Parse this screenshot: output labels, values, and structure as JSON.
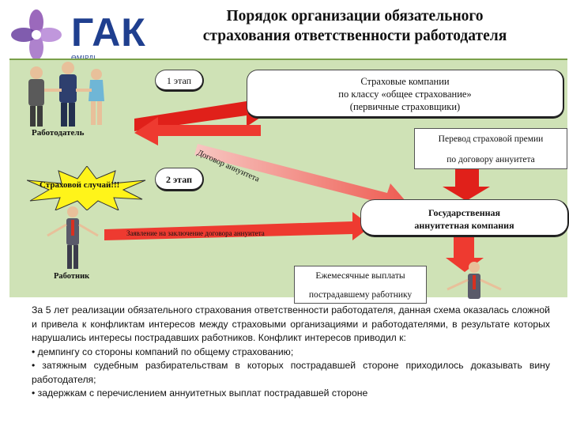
{
  "header": {
    "logo_text": "ГАК",
    "logo_subtitle": "ӨМІРДІ САҚТАНДЫРУ",
    "title_line1": "Порядок организации обязательного",
    "title_line2": "страхования ответственности работодателя"
  },
  "diagram": {
    "stage1": "1 этап",
    "insurers_line1": "Страховые компании",
    "insurers_line2": "по классу «общее страхование»",
    "insurers_line3": "(первичные страховщики)",
    "employer": "Работодатель",
    "premium_line1": "Перевод страховой премии",
    "premium_line2": "по договору аннуитета",
    "contract": "Договор аннуитета",
    "accident": "Страховой случай!!!",
    "stage2": "2 этап",
    "application": "Заявление на заключение договора аннуитета",
    "state_company_line1": "Государственная",
    "state_company_line2": "аннуитетная компания",
    "worker": "Работник",
    "monthly_line1": "Ежемесячные выплаты",
    "monthly_line2": "пострадавшему работнику"
  },
  "text": {
    "intro": "За 5 лет реализации обязательного страхования ответственности работодателя, данная схема оказалась сложной и привела к конфликтам интересов между страховыми организациями и работодателями, в результате которых нарушались интересы пострадавших работников. Конфликт интересов приводил к:",
    "bullet1": "• демпингу со стороны компаний по общему страхованию;",
    "bullet2": "• затяжным судебным разбирательствам в которых пострадавшей стороне приходилось доказывать вину работодателя;",
    "bullet3": "• задержкам с перечислением аннуитетных выплат пострадавшей стороне"
  },
  "colors": {
    "panel": "#cfe2b6",
    "arrow_red": "#e0201a",
    "arrow_pink": "#f4a9a4",
    "accident_fill": "#fff41a",
    "logo_blue": "#1f3f8f"
  }
}
